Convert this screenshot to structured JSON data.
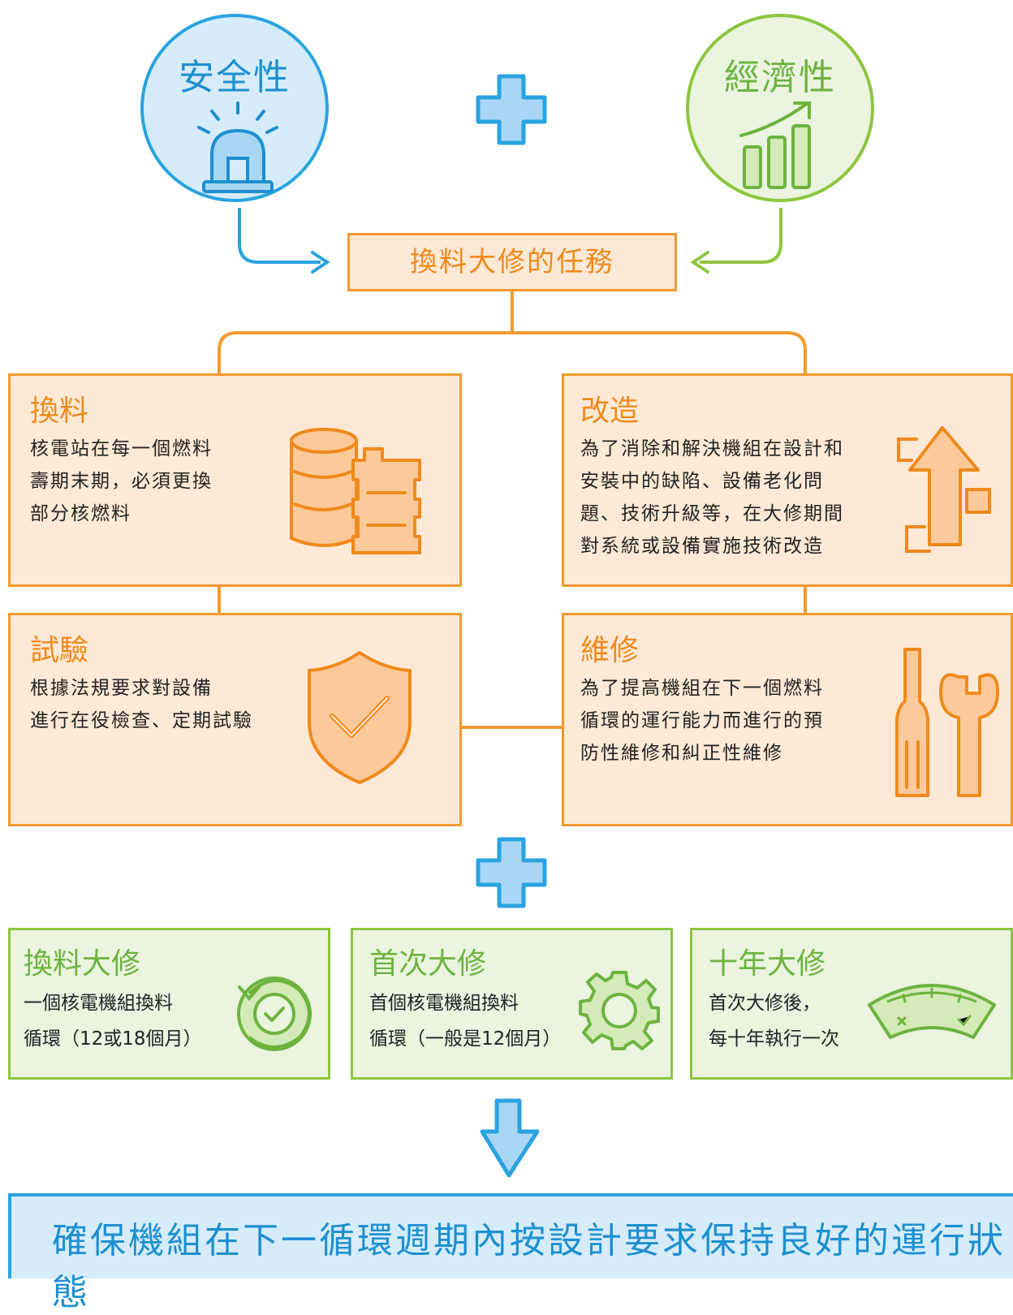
{
  "top": {
    "safety_title": "安全性",
    "economy_title": "經濟性",
    "task_title": "換料大修的任務"
  },
  "tasks": {
    "refuel": {
      "title": "換料",
      "desc": [
        "核電站在每一個燃料",
        "壽期末期，必須更換",
        "部分核燃料"
      ]
    },
    "retrofit": {
      "title": "改造",
      "desc": [
        "為了消除和解決機組在設計和",
        "安裝中的缺陷、設備老化問",
        "題、技術升級等，在大修期間",
        "對系統或設備實施技術改造"
      ]
    },
    "testing": {
      "title": "試驗",
      "desc": [
        "根據法規要求對設備",
        "進行在役檢查、定期試驗"
      ]
    },
    "maintenance": {
      "title": "維修",
      "desc": [
        "為了提高機組在下一個燃料",
        "循環的運行能力而進行的預",
        "防性維修和糾正性維修"
      ]
    }
  },
  "types": {
    "refuel_outage": {
      "title": "換料大修",
      "desc": [
        "一個核電機組換料",
        "循環（12或18個月）"
      ]
    },
    "first_outage": {
      "title": "首次大修",
      "desc": [
        "首個核電機組換料",
        "循環（一般是12個月）"
      ]
    },
    "decade_outage": {
      "title": "十年大修",
      "desc": [
        "首次大修後，",
        "每十年執行一次"
      ]
    }
  },
  "conclusion": "確保機組在下一循環週期內按設計要求保持良好的運行狀態",
  "colors": {
    "blue": "#29a3e0",
    "green": "#8dc63f",
    "orange": "#f39a2f",
    "yellow": "#f5d000"
  },
  "icons": [
    "siren-icon",
    "growth-chart-icon",
    "plus-icon",
    "fuel-barrels-icon",
    "upgrade-arrow-icon",
    "shield-check-icon",
    "tools-icon",
    "cycle-check-icon",
    "gear-icon",
    "gauge-icon",
    "down-arrow-icon"
  ]
}
